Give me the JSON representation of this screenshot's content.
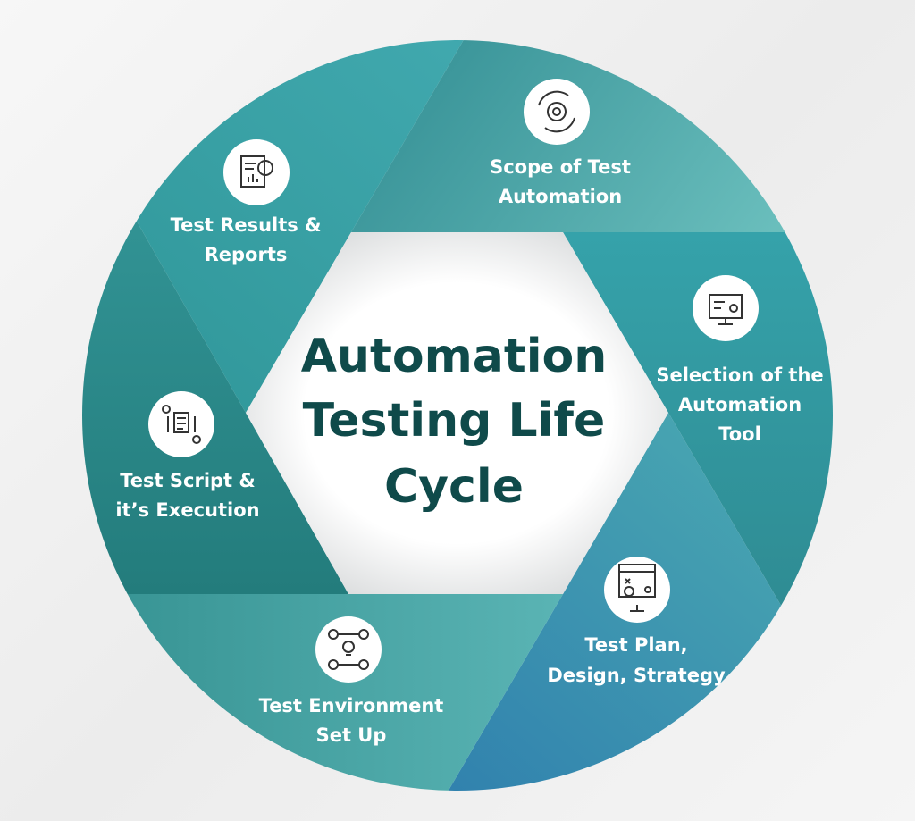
{
  "title": {
    "line1": "Automation",
    "line2": "Testing Life",
    "line3": "Cycle"
  },
  "colors": {
    "title": "#0f4a4a",
    "teal": "#3a9a9c"
  },
  "stages": [
    {
      "id": "scope",
      "line1": "Scope of Test",
      "line2": "Automation",
      "icon": "gear-cycle-icon"
    },
    {
      "id": "selection",
      "line1": "Selection of the",
      "line2": "Automation",
      "line3": "Tool",
      "icon": "monitor-settings-icon"
    },
    {
      "id": "plan",
      "line1": "Test Plan,",
      "line2": "Design, Strategy",
      "icon": "monitor-strategy-icon"
    },
    {
      "id": "environment",
      "line1": "Test Environment",
      "line2": "Set Up",
      "icon": "team-idea-icon"
    },
    {
      "id": "script",
      "line1": "Test Script &",
      "line2": "it’s Execution",
      "icon": "script-flow-icon"
    },
    {
      "id": "results",
      "line1": "Test Results &",
      "line2": "Reports",
      "icon": "report-chart-icon"
    }
  ]
}
